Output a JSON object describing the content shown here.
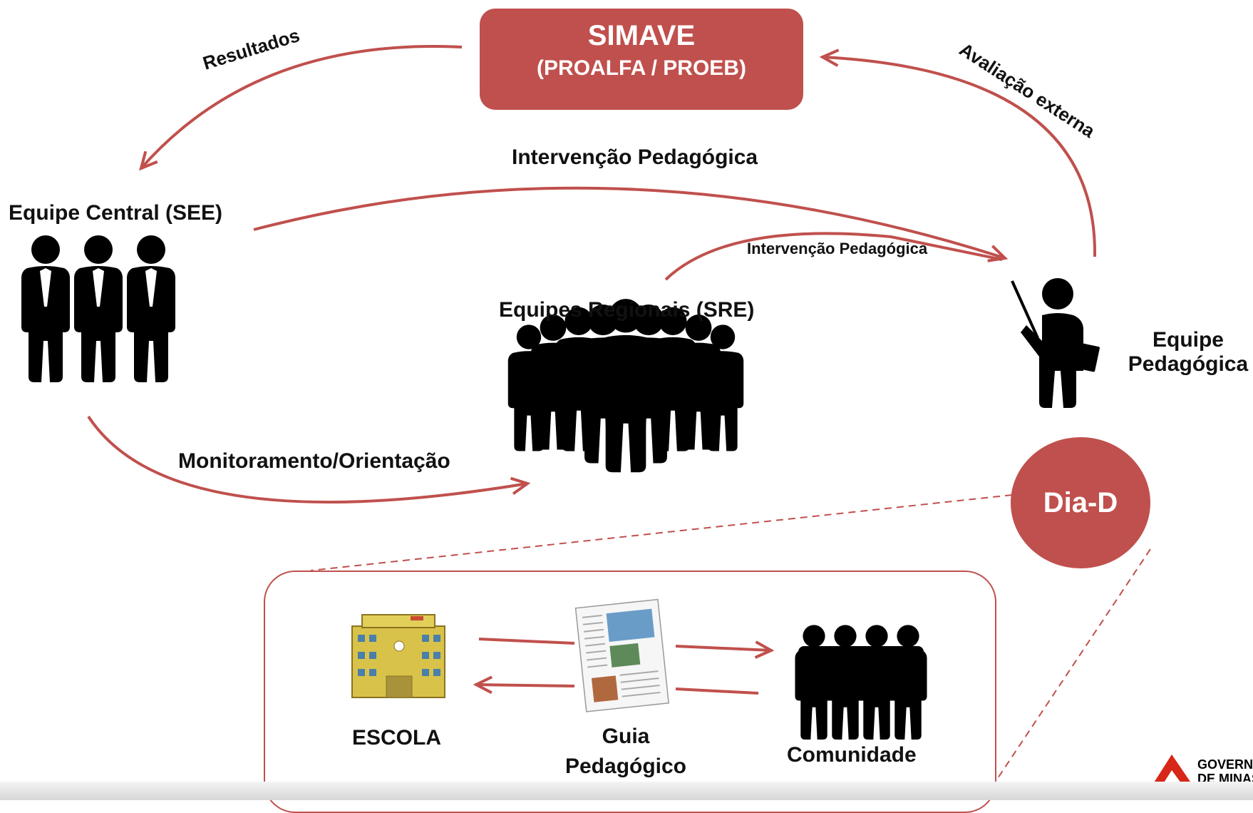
{
  "simave": {
    "title": "SIMAVE",
    "subtitle": "(PROALFA / PROEB)"
  },
  "labels": {
    "resultados": "Resultados",
    "avaliacao_externa": "Avaliação externa",
    "intervencao_top": "Intervenção Pedagógica",
    "intervencao_small": "Intervenção Pedagógica",
    "equipe_central": "Equipe Central (SEE)",
    "equipes_regionais": "Equipes Regionais (SRE)",
    "monitoramento": "Monitoramento/Orientação",
    "equipe_line1": "Equipe",
    "equipe_line2": "Pedagógica",
    "escola": "ESCOLA",
    "guia_line1": "Guia",
    "guia_line2": "Pedagógico",
    "comunidade": "Comunidade"
  },
  "dia_d": "Dia-D",
  "logo": {
    "line1": "GOVERNO",
    "line2": "DE MINAS"
  },
  "colors": {
    "accent": "#c0504d",
    "text": "#111111",
    "figure": "#000000"
  }
}
